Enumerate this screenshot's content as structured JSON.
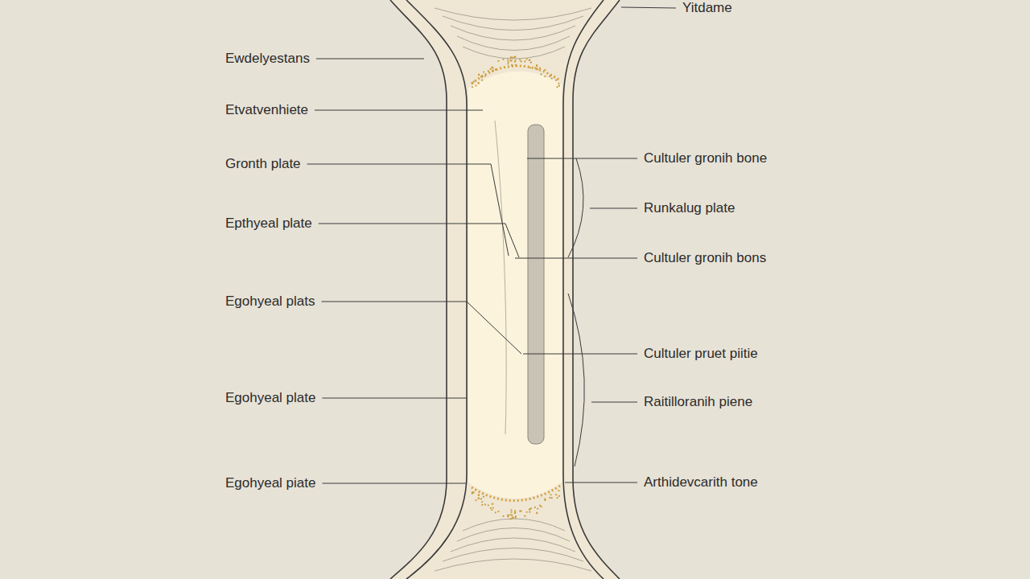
{
  "diagram": {
    "labels": [
      "Yitdame",
      "Ewdelyestans",
      "Etvatvenhiete",
      "Cultuler gronih bone",
      "Gronth plate",
      "Runkalug plate",
      "Epthyeal plate",
      "Cultuler gronih bons",
      "Egohyeal plats",
      "Cultuler pruet piitie",
      "Egohyeal plate",
      "Raitilloranih piene",
      "Arthidevcarith tone",
      "Egohyeal piate"
    ]
  }
}
